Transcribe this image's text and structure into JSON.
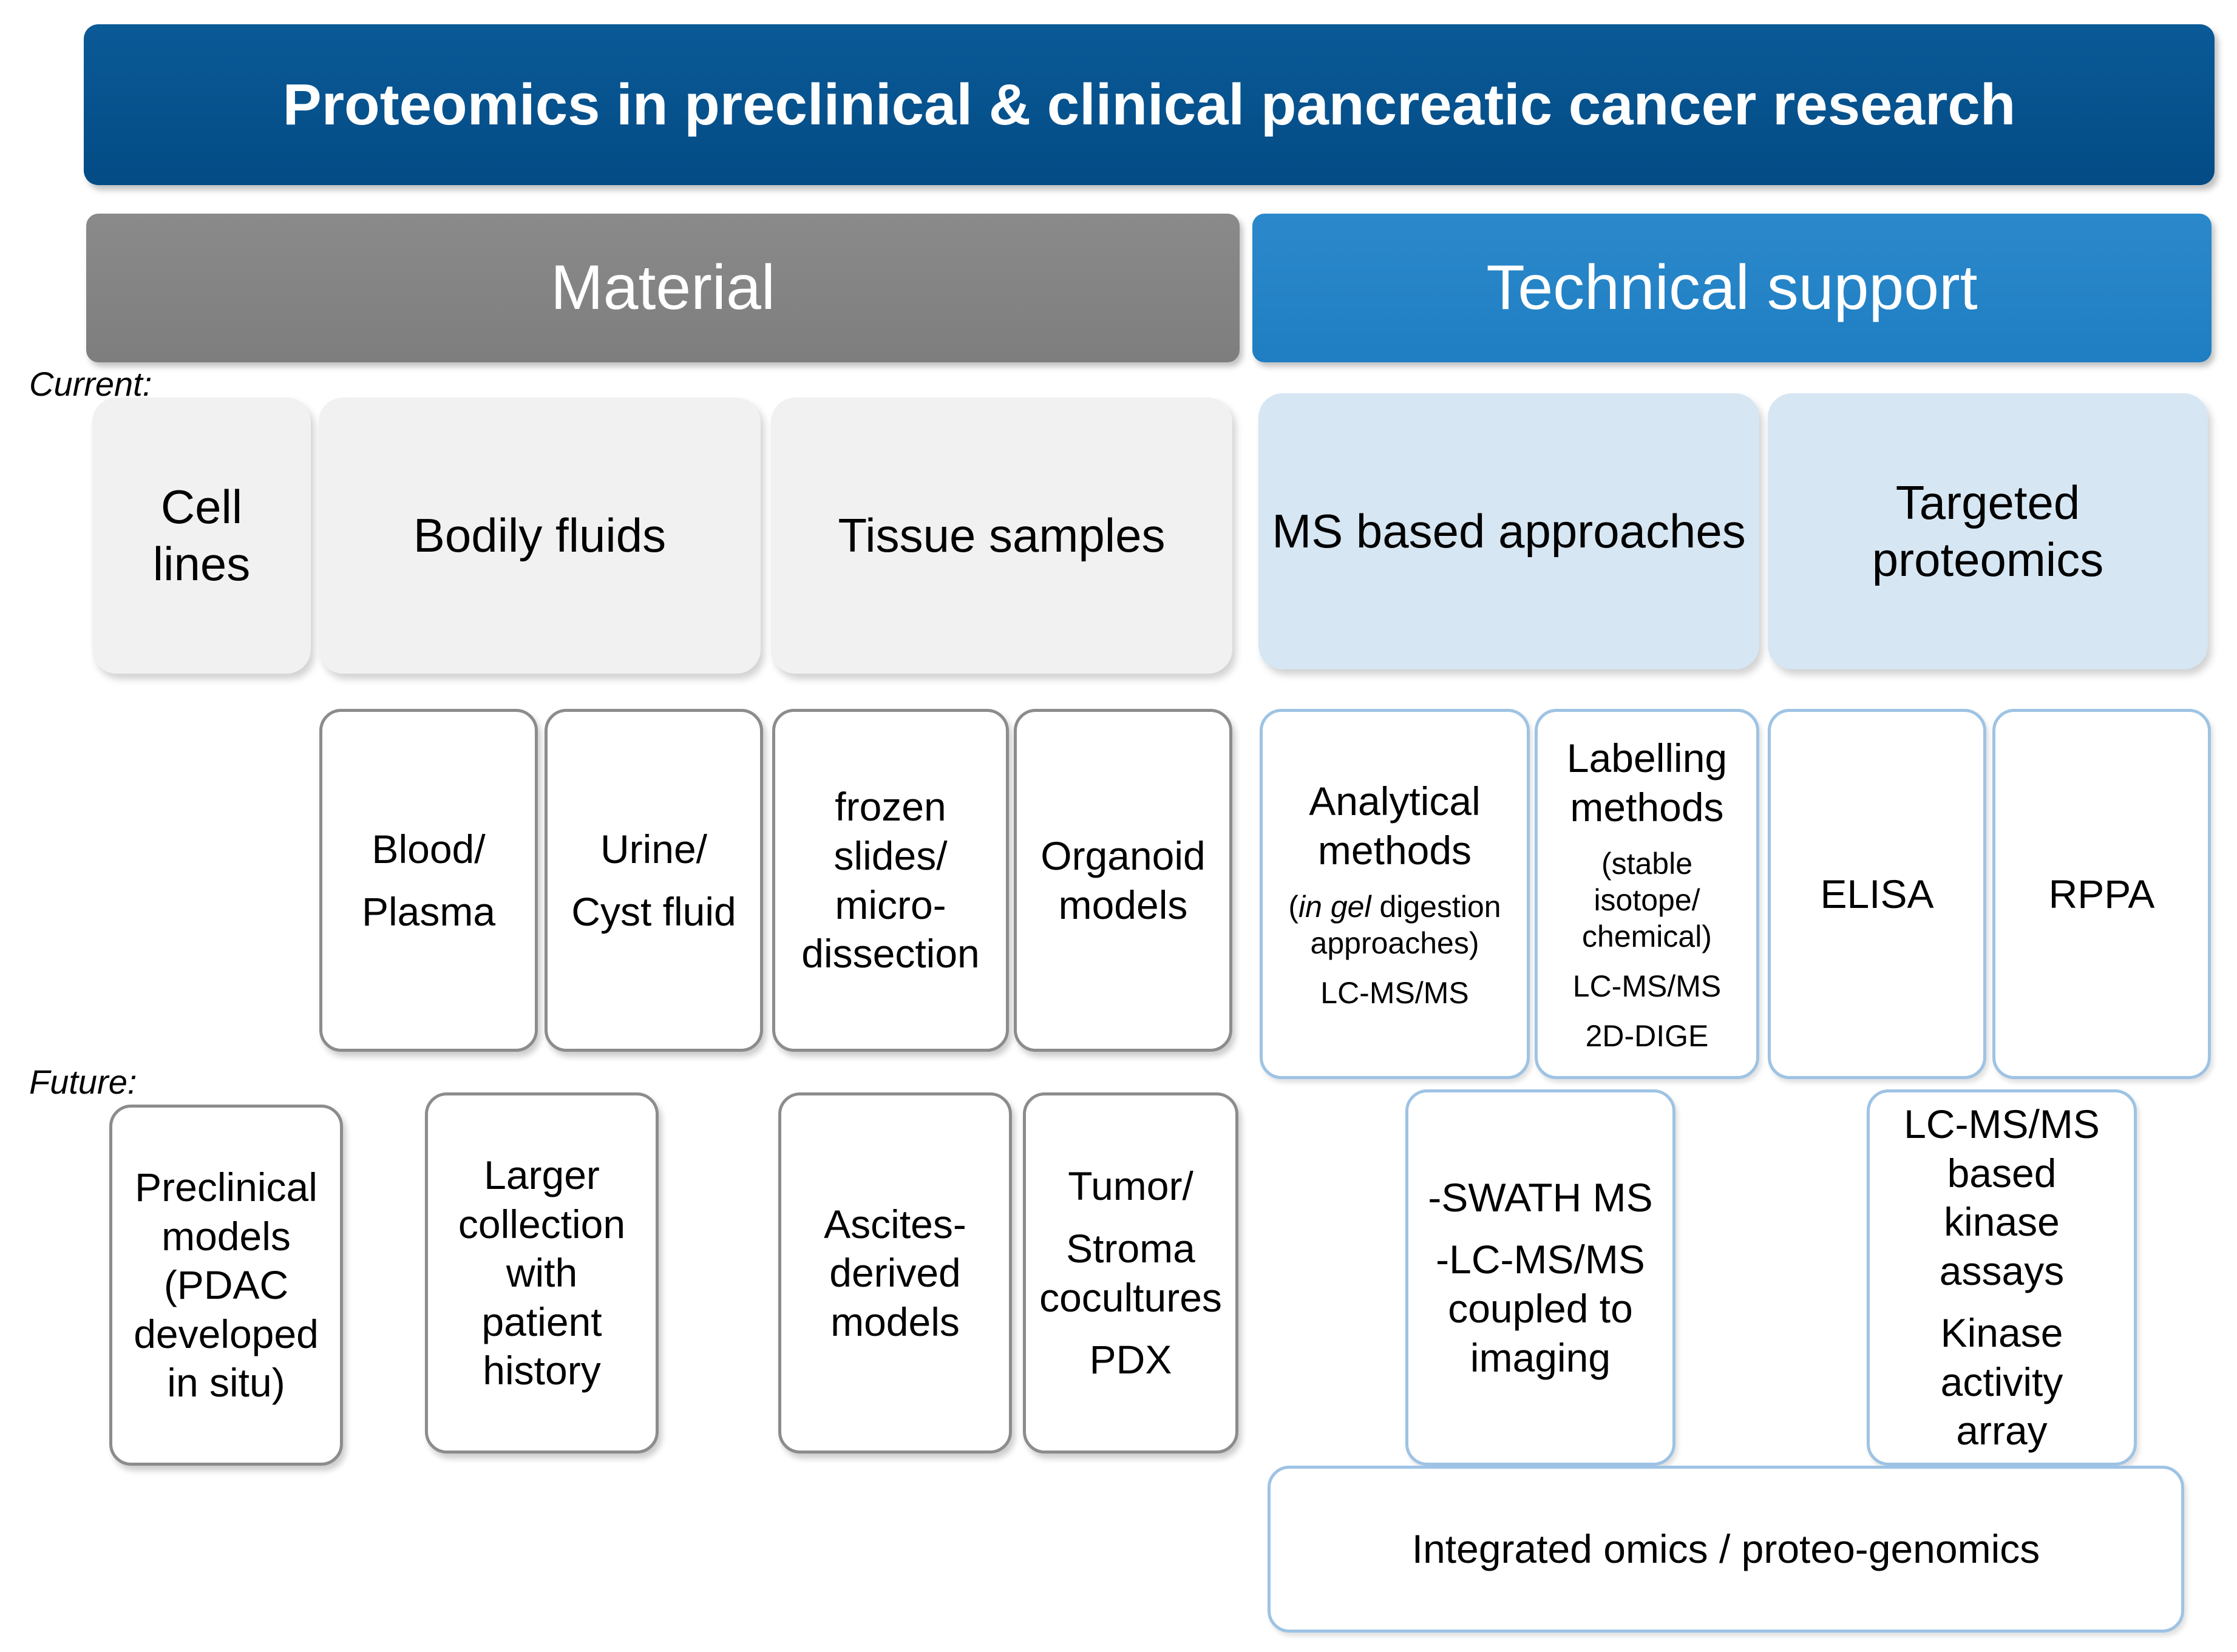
{
  "title": "Proteomics in preclinical & clinical pancreatic cancer research",
  "material": {
    "header": "Material",
    "current_label": "Current:",
    "future_label": "Future:",
    "categories": {
      "cell_lines": [
        "Cell",
        "lines"
      ],
      "bodily_fluids": "Bodily fluids",
      "tissue_samples": "Tissue samples"
    },
    "current_items": {
      "blood_plasma": [
        "Blood/",
        "Plasma"
      ],
      "urine_cyst": [
        "Urine/",
        "Cyst fluid"
      ],
      "frozen_slides": [
        "frozen",
        "slides/",
        "micro-",
        "dissection"
      ],
      "organoid": [
        "Organoid",
        "models"
      ]
    },
    "future_items": {
      "preclinical_models": [
        "Preclinical",
        "models",
        "(PDAC",
        "developed",
        "in situ)"
      ],
      "larger_collection": [
        "Larger",
        "collection",
        "with",
        "patient",
        "history"
      ],
      "ascites": [
        "Ascites-",
        "derived",
        "models"
      ],
      "tumor_stroma": [
        "Tumor/",
        "Stroma",
        "cocultures",
        "PDX"
      ]
    }
  },
  "technical": {
    "header": "Technical support",
    "categories": {
      "ms_based": "MS based approaches",
      "targeted": [
        "Targeted",
        "proteomics"
      ]
    },
    "current_items": {
      "analytical": {
        "title": [
          "Analytical",
          "methods"
        ],
        "note_italic": "in gel",
        "note_rest": " digestion",
        "note_line2": "approaches)",
        "note_open": "(",
        "method": "LC-MS/MS"
      },
      "labelling": {
        "title": [
          "Labelling",
          "methods"
        ],
        "note": [
          "(stable",
          "isotope/",
          "chemical)"
        ],
        "methods": [
          "LC-MS/MS",
          "2D-DIGE"
        ]
      },
      "elisa": "ELISA",
      "rppa": "RPPA"
    },
    "future_items": {
      "swath": [
        "-SWATH MS",
        "-LC-MS/MS",
        "coupled to",
        "imaging"
      ],
      "kinase": [
        "LC-MS/MS",
        "based",
        "kinase",
        "assays",
        "Kinase",
        "activity",
        "array"
      ],
      "integrated": "Integrated omics / proteo-genomics"
    }
  }
}
